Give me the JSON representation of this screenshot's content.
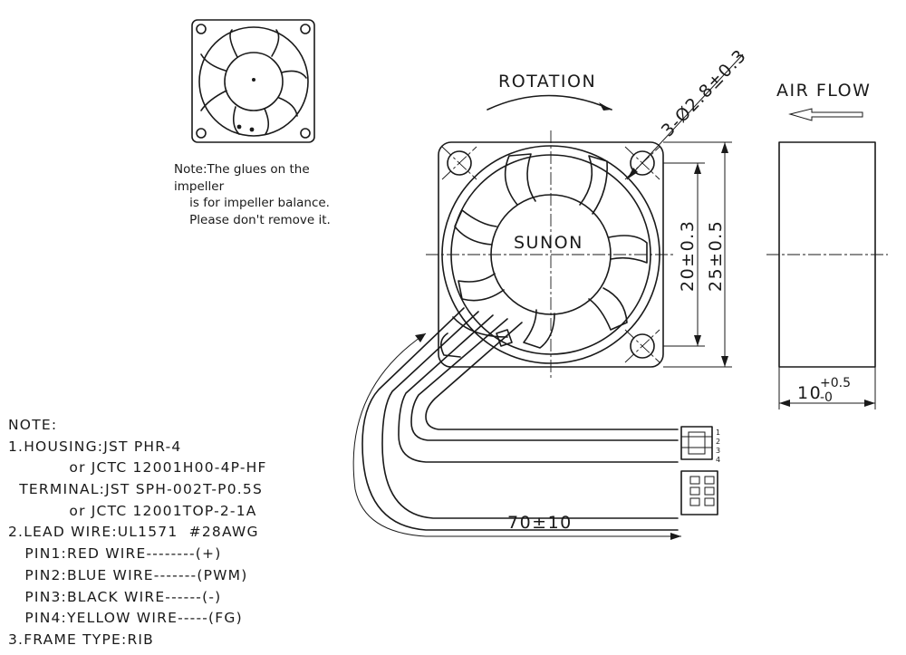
{
  "labels": {
    "rotation": "ROTATION",
    "air_flow": "AIR FLOW",
    "brand": "SUNON",
    "hole_dim": "3-Ø2.8±0.3",
    "dim_inner": "20±0.3",
    "dim_outer": "25±0.5",
    "dim_thickness_base": "10",
    "dim_thickness_plus": "+0.5",
    "dim_thickness_minus": "-0",
    "dim_lead": "70±10",
    "pin_numbers": [
      "1",
      "2",
      "3",
      "4"
    ]
  },
  "glue_note": {
    "line1": "Note:The glues on the",
    "line2": "impeller",
    "line3": "    is for impeller balance.",
    "line4": "    Please don't remove it."
  },
  "notes": [
    "NOTE:",
    "1.HOUSING:JST PHR-4",
    "           or JCTC 12001H00-4P-HF",
    "  TERMINAL:JST SPH-002T-P0.5S",
    "           or JCTC 12001TOP-2-1A",
    "2.LEAD WIRE:UL1571  #28AWG",
    "   PIN1:RED WIRE--------(+)",
    "   PIN2:BLUE WIRE-------(PWM)",
    "   PIN3:BLACK WIRE------(-)",
    "   PIN4:YELLOW WIRE-----(FG)",
    "3.FRAME TYPE:RIB"
  ]
}
